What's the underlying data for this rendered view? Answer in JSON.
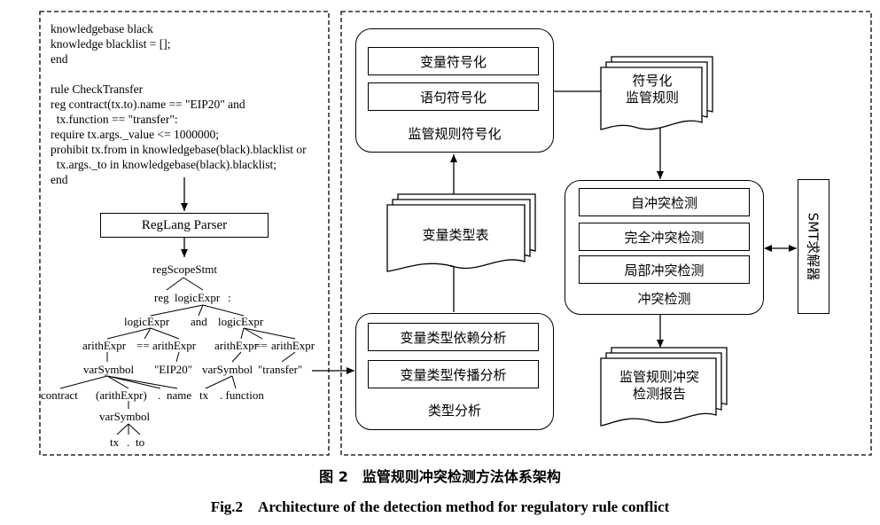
{
  "code": {
    "lines": [
      "knowledgebase black",
      "knowledge blacklist = [];",
      "end",
      "",
      "rule CheckTransfer",
      "reg contract(tx.to).name == \"EIP20\" and",
      "  tx.function == \"transfer\":",
      "require tx.args._value <= 1000000;",
      "prohibit tx.from in knowledgebase(black).blacklist or",
      "  tx.args._to in knowledgebase(black).blacklist;",
      "end"
    ]
  },
  "parser_label": "RegLang Parser",
  "tree": {
    "root": "regScopeStmt",
    "reg": "reg",
    "logicExpr_top": "logicExpr",
    "colon": ":",
    "logicExpr_left": "logicExpr",
    "and": "and",
    "logicExpr_right": "logicExpr",
    "arithExpr_1": "arithExpr",
    "eq_1": "==",
    "arithExpr_2": "arithExpr",
    "arithExpr_3": "arithExpr",
    "eq_2": "==",
    "arithExpr_4": "arithExpr",
    "varSymbol_1": "varSymbol",
    "eip20": "\"EIP20\"",
    "varSymbol_2": "varSymbol",
    "transfer": "\"transfer\"",
    "contract": "contract",
    "paren_arith": "(arithExpr)",
    "dot_1": ".",
    "name": "name",
    "tx_1": "tx",
    "dot_function": ". function",
    "varSymbol_3": "varSymbol",
    "tx_2": "tx",
    "dot_2": ".",
    "to": "to"
  },
  "symbolization": {
    "item1": "变量符号化",
    "item2": "语句符号化",
    "title": "监管规则符号化"
  },
  "symbol_rules_doc": {
    "line1": "符号化",
    "line2": "监管规则"
  },
  "var_type_table": "变量类型表",
  "type_analysis": {
    "item1": "变量类型依赖分析",
    "item2": "变量类型传播分析",
    "title": "类型分析"
  },
  "conflict": {
    "item1": "自冲突检测",
    "item2": "完全冲突检测",
    "item3": "局部冲突检测",
    "title": "冲突检测"
  },
  "smt_solver": "SMT求解器",
  "report_doc": {
    "line1": "监管规则冲突",
    "line2": "检测报告"
  },
  "caption": {
    "cn": "图 2　监管规则冲突检测方法体系架构",
    "en": "Fig.2　Architecture of the detection method for regulatory rule conflict"
  }
}
